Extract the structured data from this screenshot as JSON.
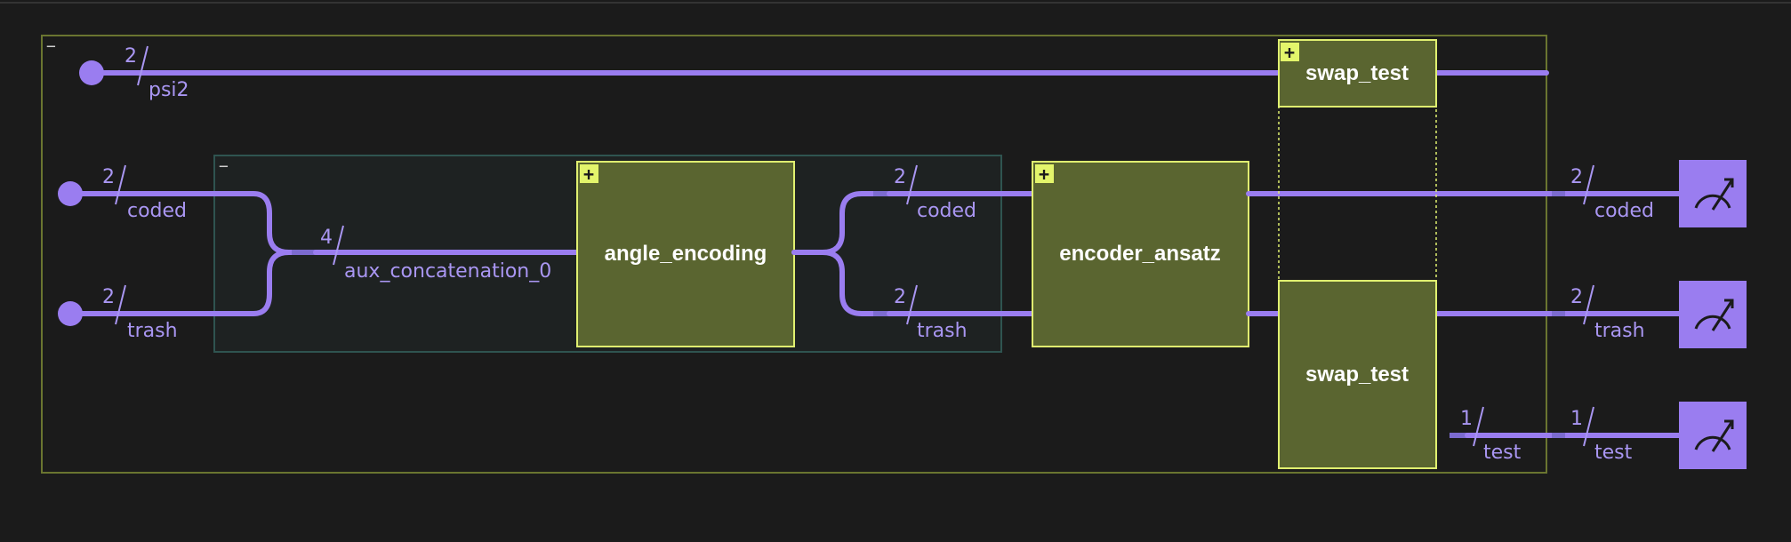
{
  "colors": {
    "background": "#1b1b1b",
    "wire": "#9a7df0",
    "gate_fill": "#5a6530",
    "gate_border": "#e0f070",
    "outer_frame": "#6a7530",
    "inner_frame": "#2f5450",
    "plus_badge": "#e3f56b",
    "measure_box": "#9a7df0"
  },
  "outer_block": {
    "collapse_symbol": "−"
  },
  "inner_block": {
    "collapse_symbol": "−"
  },
  "wires": {
    "psi2": {
      "size": "2",
      "label": "psi2"
    },
    "coded_in": {
      "size": "2",
      "label": "coded"
    },
    "trash_in": {
      "size": "2",
      "label": "trash"
    },
    "aux": {
      "size": "4",
      "label": "aux_concatenation_0"
    },
    "coded_mid": {
      "size": "2",
      "label": "coded"
    },
    "trash_mid": {
      "size": "2",
      "label": "trash"
    },
    "test_mid": {
      "size": "1",
      "label": "test"
    },
    "coded_out": {
      "size": "2",
      "label": "coded"
    },
    "trash_out": {
      "size": "2",
      "label": "trash"
    },
    "test_out": {
      "size": "1",
      "label": "test"
    }
  },
  "gates": {
    "angle_encoding": {
      "label": "angle_encoding",
      "expand_symbol": "+"
    },
    "encoder_ansatz": {
      "label": "encoder_ansatz",
      "expand_symbol": "+"
    },
    "swap_test_top": {
      "label": "swap_test",
      "expand_symbol": "+"
    },
    "swap_test_bottom": {
      "label": "swap_test"
    }
  },
  "measurements": [
    {
      "icon": "meter-icon",
      "target": "coded"
    },
    {
      "icon": "meter-icon",
      "target": "trash"
    },
    {
      "icon": "meter-icon",
      "target": "test"
    }
  ]
}
